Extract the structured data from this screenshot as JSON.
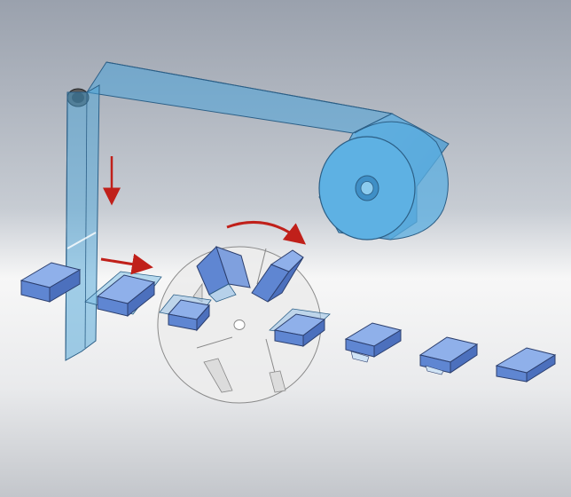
{
  "scene": {
    "colors": {
      "film": "#4aa3d8",
      "film_edge": "#2c5f86",
      "box": "#5f86d2",
      "box_top": "#8fb0ea",
      "arrow": "#c0201a",
      "wheel": "#ececec",
      "wheel_edge": "#8a8a8a",
      "bg_top": "#9aa1ad",
      "bg_mid": "#f6f6f6",
      "bg_bottom": "#c5c8cd"
    },
    "motion": {
      "film_feed": "down",
      "box_feed": "right",
      "wheel_rotation": "clockwise"
    },
    "icons": [
      "down-arrow-icon",
      "right-arrow-icon",
      "rotation-arrow-icon"
    ],
    "packages": [
      {
        "stage": "unwrapped"
      },
      {
        "stage": "on-film"
      },
      {
        "stage": "wheel-pocket-left"
      },
      {
        "stage": "wheel-pocket-top-left"
      },
      {
        "stage": "wheel-pocket-top-right"
      },
      {
        "stage": "wheel-pocket-right"
      },
      {
        "stage": "wrapped-1"
      },
      {
        "stage": "wrapped-2"
      },
      {
        "stage": "wrapped-3"
      }
    ]
  }
}
